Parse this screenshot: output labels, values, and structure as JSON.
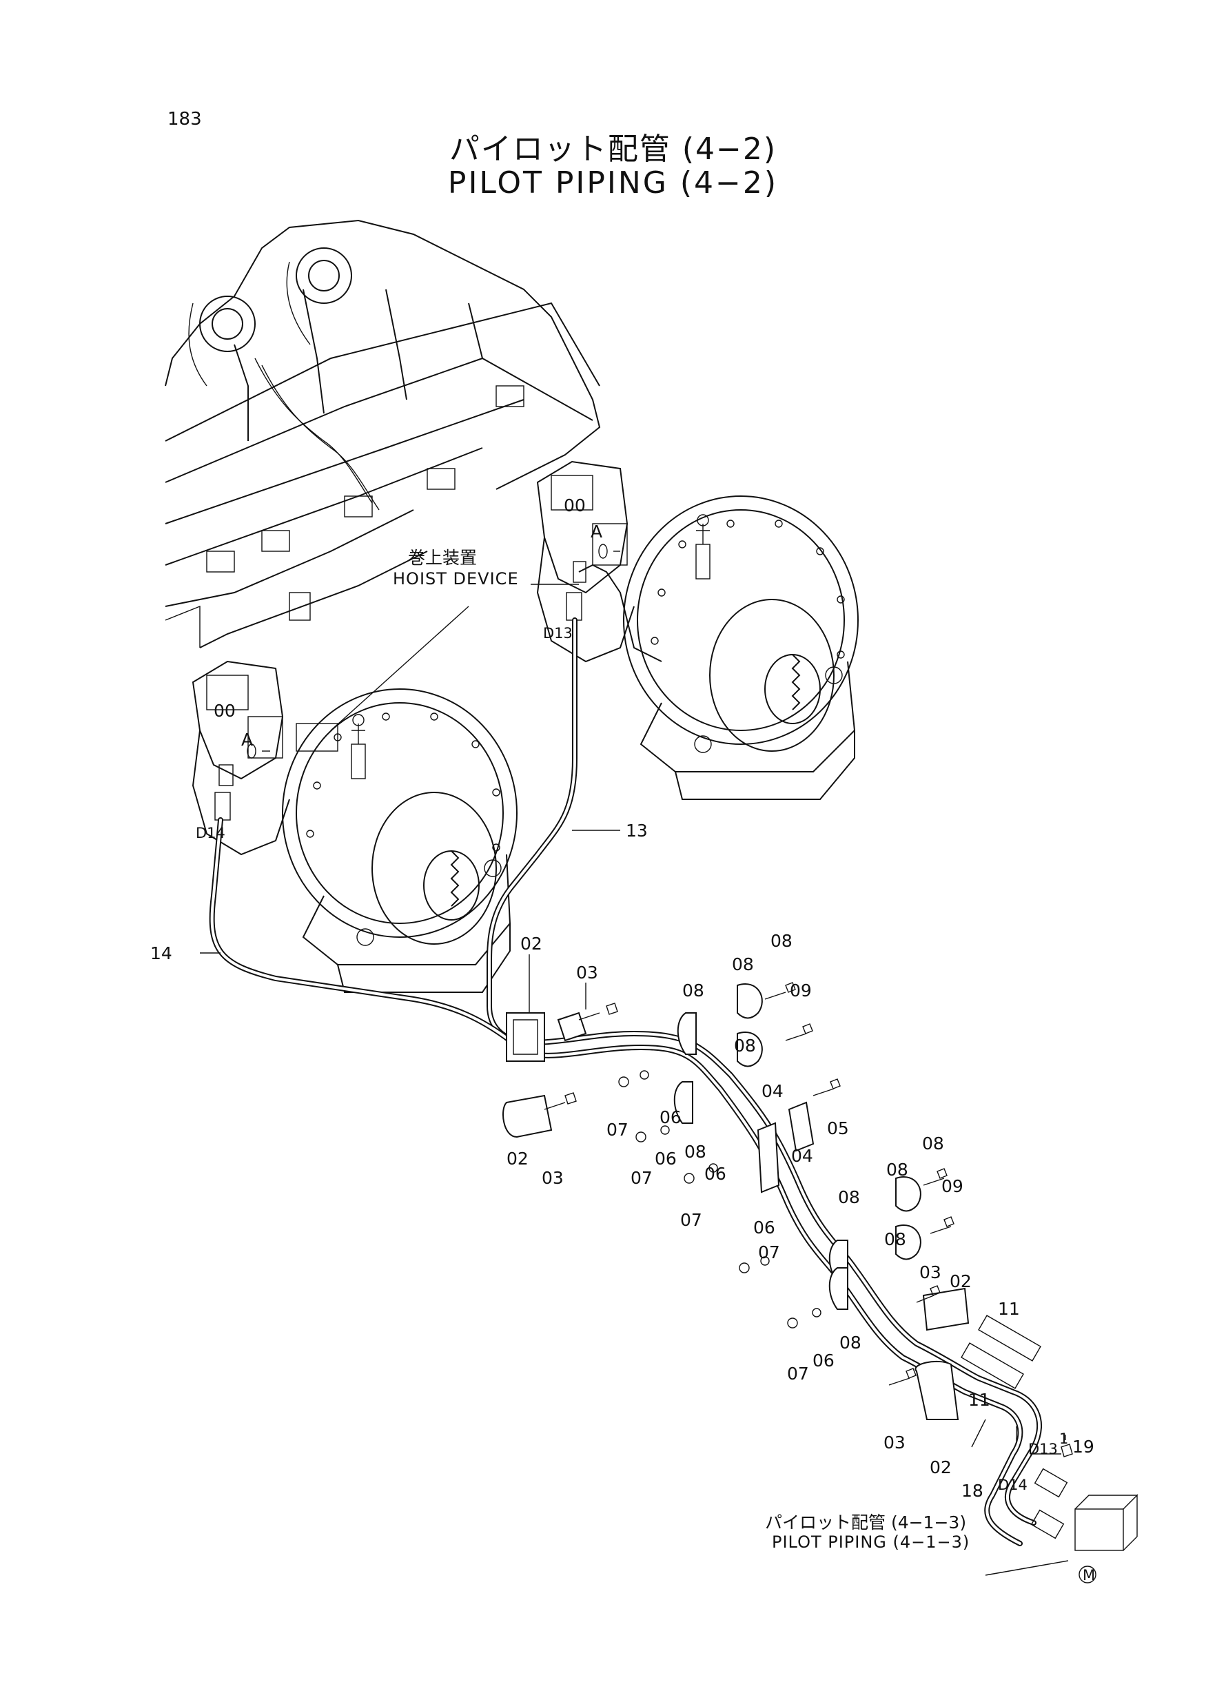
{
  "page": {
    "number": "183"
  },
  "title": {
    "jp": "パイロット配管 (4−2)",
    "en": "PILOT PIPING (4−2)"
  },
  "annotations": {
    "hoist_jp": "巻上装置",
    "hoist_en": "HOIST DEVICE",
    "ref_jp": "パイロット配管 (4−1−3)",
    "ref_en": "PILOT PIPING (4−1−3)",
    "port_a": "A",
    "motor_mark": "M"
  },
  "callouts": [
    {
      "id": "c00a",
      "text": "00"
    },
    {
      "id": "c00b",
      "text": "00"
    },
    {
      "id": "cAa",
      "text": "A"
    },
    {
      "id": "cAb",
      "text": "A"
    },
    {
      "id": "cD13a",
      "text": "D13"
    },
    {
      "id": "cD14a",
      "text": "D14"
    },
    {
      "id": "c13",
      "text": "13"
    },
    {
      "id": "c14",
      "text": "14"
    },
    {
      "id": "c02a",
      "text": "02"
    },
    {
      "id": "c03a",
      "text": "03"
    },
    {
      "id": "c02b",
      "text": "02"
    },
    {
      "id": "c03b",
      "text": "03"
    },
    {
      "id": "c08a",
      "text": "08"
    },
    {
      "id": "c08b",
      "text": "08"
    },
    {
      "id": "c08c",
      "text": "08"
    },
    {
      "id": "c09a",
      "text": "09"
    },
    {
      "id": "c08d",
      "text": "08"
    },
    {
      "id": "c04a",
      "text": "04"
    },
    {
      "id": "c04b",
      "text": "04"
    },
    {
      "id": "c05",
      "text": "05"
    },
    {
      "id": "c06a",
      "text": "06"
    },
    {
      "id": "c07a",
      "text": "07"
    },
    {
      "id": "c06b",
      "text": "06"
    },
    {
      "id": "c07b",
      "text": "07"
    },
    {
      "id": "c08e",
      "text": "08"
    },
    {
      "id": "c06c",
      "text": "06"
    },
    {
      "id": "c07c",
      "text": "07"
    },
    {
      "id": "c08f",
      "text": "08"
    },
    {
      "id": "c08g",
      "text": "08"
    },
    {
      "id": "c09b",
      "text": "09"
    },
    {
      "id": "c08h",
      "text": "08"
    },
    {
      "id": "c08i",
      "text": "08"
    },
    {
      "id": "c07d",
      "text": "07"
    },
    {
      "id": "c06d",
      "text": "06"
    },
    {
      "id": "c03c",
      "text": "03"
    },
    {
      "id": "c02c",
      "text": "02"
    },
    {
      "id": "c08j",
      "text": "08"
    },
    {
      "id": "c07e",
      "text": "07"
    },
    {
      "id": "c06e",
      "text": "06"
    },
    {
      "id": "c11a",
      "text": "11"
    },
    {
      "id": "c11b",
      "text": "11"
    },
    {
      "id": "c1",
      "text": "1"
    },
    {
      "id": "cD13b",
      "text": "D13"
    },
    {
      "id": "c19",
      "text": "19"
    },
    {
      "id": "c03d",
      "text": "03"
    },
    {
      "id": "c02d",
      "text": "02"
    },
    {
      "id": "c18",
      "text": "18"
    },
    {
      "id": "cD14b",
      "text": "D14"
    }
  ]
}
